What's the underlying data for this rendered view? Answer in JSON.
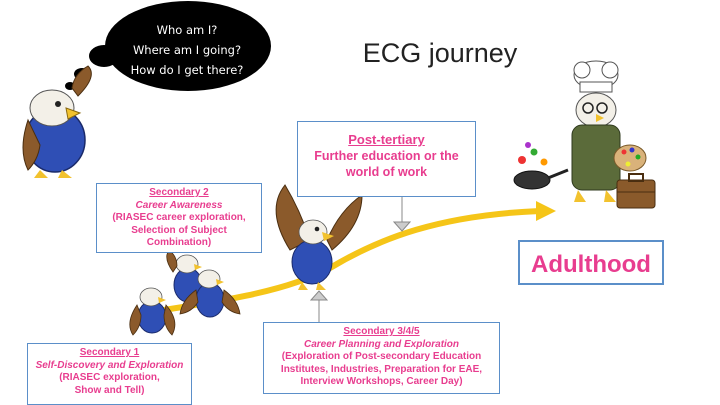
{
  "title": "ECG journey",
  "thought_bubble": {
    "lines": [
      "Who am I?",
      "Where am I going?",
      "How do I get there?"
    ]
  },
  "stages": {
    "secondary1": {
      "heading": "Secondary 1",
      "subheading": "Self-Discovery and Exploration",
      "details": [
        "(RIASEC exploration,",
        "Show and Tell)"
      ]
    },
    "secondary2": {
      "heading": "Secondary 2",
      "subheading": "Career Awareness",
      "details": [
        "(RIASEC career exploration,",
        "Selection of Subject",
        "Combination)"
      ]
    },
    "secondary345": {
      "heading": "Secondary 3/4/5",
      "subheading": "Career Planning and Exploration",
      "details": [
        "(Exploration of Post-secondary Education",
        "Institutes, Industries, Preparation for EAE,",
        "Interview Workshops, Career Day)"
      ]
    },
    "post_tertiary": {
      "heading": "Post-tertiary",
      "details": [
        "Further education or the",
        "world of work"
      ]
    },
    "adulthood": {
      "label": "Adulthood"
    }
  },
  "colors": {
    "accent_pink": "#e83d8f",
    "box_border": "#5b8fc9",
    "arrow_yellow": "#f5c518",
    "bubble": "#000000"
  },
  "icons": [
    "eagle-thinking-icon",
    "eagle-walking-icon",
    "eagle-flying-icon",
    "eagle-chef-icon",
    "briefcase-icon",
    "palette-icon"
  ]
}
